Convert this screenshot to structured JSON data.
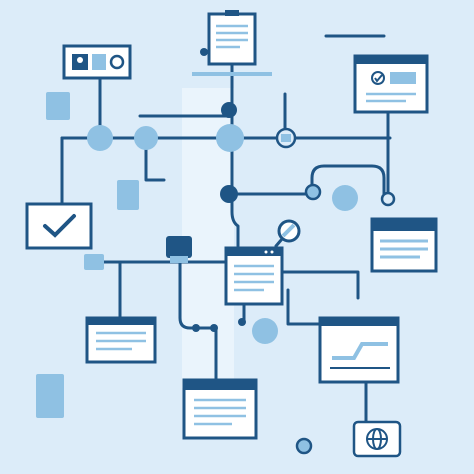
{
  "palette": {
    "background": "#dcecf9",
    "line": "#1f5585",
    "window_fill": "#ffffff",
    "text_lines": "#8fc1e3",
    "node_light": "#8fc1e3",
    "node_dark": "#1f5585",
    "block_light": "#8fc1e3",
    "highlight_band": "#eaf4fc"
  },
  "nodes": [
    {
      "id": "clipboard",
      "icon": "clipboard-icon"
    },
    {
      "id": "profile-card",
      "icon": "user-card-icon"
    },
    {
      "id": "approved-window",
      "icon": "checkmark-window-icon"
    },
    {
      "id": "check-box",
      "icon": "checkmark-icon"
    },
    {
      "id": "right-panel",
      "icon": "document-window-icon"
    },
    {
      "id": "center-browser",
      "icon": "browser-window-icon"
    },
    {
      "id": "left-doc",
      "icon": "document-window-icon"
    },
    {
      "id": "chart-window",
      "icon": "line-chart-icon"
    },
    {
      "id": "bottom-doc",
      "icon": "document-window-icon"
    },
    {
      "id": "globe",
      "icon": "globe-icon"
    },
    {
      "id": "folder-hub",
      "icon": "folder-icon"
    },
    {
      "id": "pencil-hub",
      "icon": "pencil-icon"
    },
    {
      "id": "database-block",
      "icon": "database-icon"
    }
  ]
}
